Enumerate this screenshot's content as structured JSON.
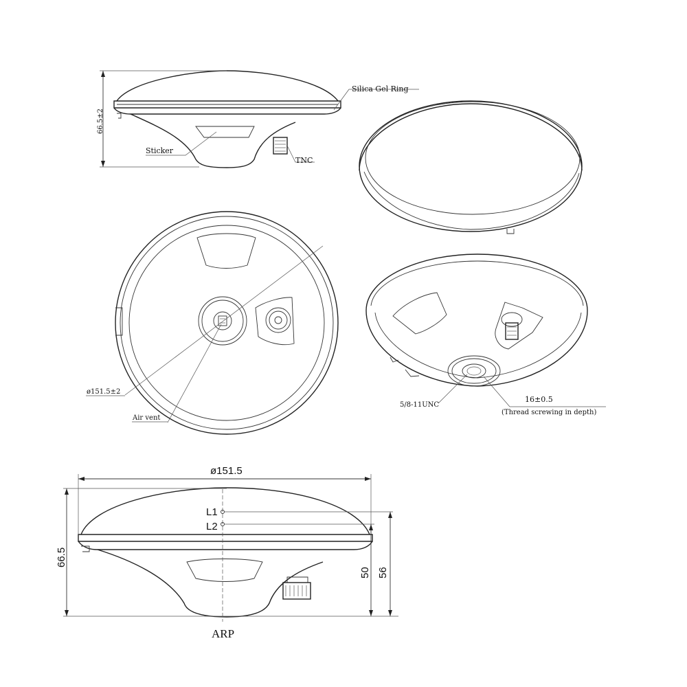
{
  "labels": {
    "silica_gel_ring": "Silica Gel Ring",
    "sticker": "Sticker",
    "tnc": "TNC",
    "height_top": "66.5±2",
    "diameter_tol": "ø151.5±2",
    "air_vent": "Air vent",
    "thread_spec": "5/8-11UNC",
    "thread_depth": "16±0.5",
    "thread_note": "(Thread screwing in depth)",
    "diameter": "ø151.5",
    "l1": "L1",
    "l2": "L2",
    "height": "66.5",
    "dim_50": "50",
    "dim_56": "56",
    "arp": "ARP"
  },
  "icons": [
    "tnc-connector-icon",
    "mounting-thread-icon",
    "air-vent-icon"
  ]
}
